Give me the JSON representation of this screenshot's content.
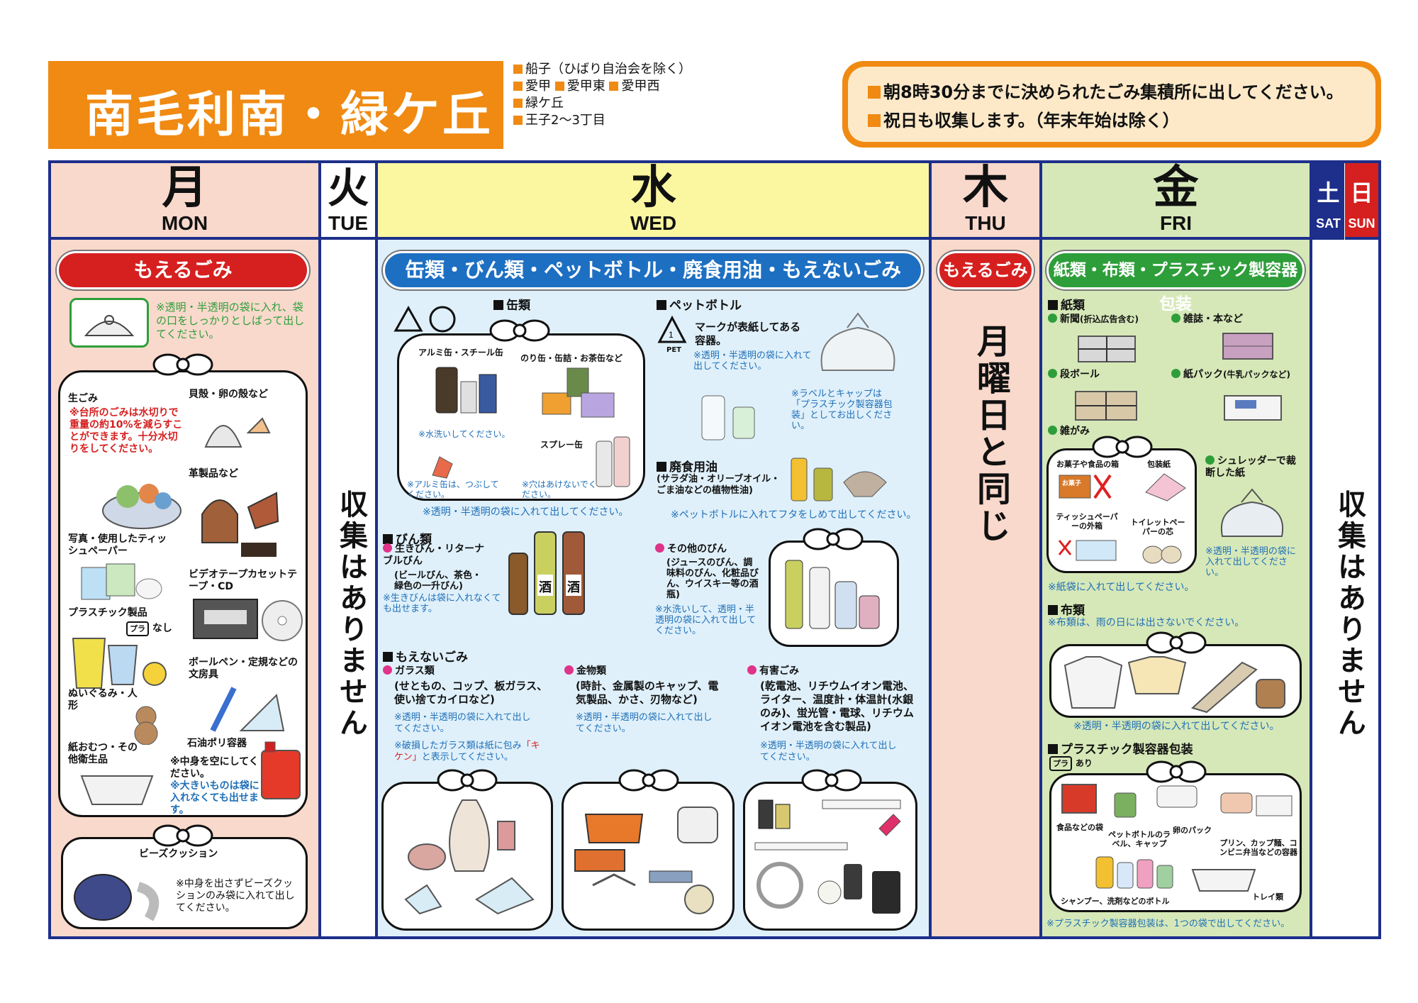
{
  "colors": {
    "orange": "#f08a12",
    "navy": "#1d2f8a",
    "mon": "#f9d9cc",
    "wed": "#fbf6a0",
    "thu": "#f9d9cc",
    "fri": "#d6e8b8",
    "satsun": "#1d2f8a",
    "red": "#d61f1f",
    "blue": "#1d6fc2",
    "green": "#2e9e3a",
    "note_blue": "#1f6fb8",
    "pink": "#e0338a"
  },
  "header": {
    "title": "南毛利南・緑ケ丘",
    "areas": {
      "line1": "船子（ひばり自治会を除く）",
      "line2a": "愛甲",
      "line2b": "愛甲東",
      "line2c": "愛甲西",
      "line3": "緑ケ丘",
      "line4": "王子2～3丁目"
    },
    "notice1": "朝8時30分までに決められたごみ集積所に出してください。",
    "notice2": "祝日も収集します。（年末年始は除く）"
  },
  "days": {
    "mon": {
      "kanji": "月",
      "en": "MON"
    },
    "tue": {
      "kanji": "火",
      "en": "TUE"
    },
    "wed": {
      "kanji": "水",
      "en": "WED"
    },
    "thu": {
      "kanji": "木",
      "en": "THU"
    },
    "fri": {
      "kanji": "金",
      "en": "FRI"
    },
    "sat": {
      "kanji": "土",
      "en": "SAT"
    },
    "sun": {
      "kanji": "日",
      "en": "SUN"
    }
  },
  "monday": {
    "category": "もえるごみ",
    "bag_note": "※透明・半透明の袋に入れ、袋の口をしっかりとしばって出してください。",
    "namagomi": "生ごみ",
    "namagomi_note": "※台所のごみは水切りで重量の約10%を減らすことができます。十分水切りをしてください。",
    "shells": "貝殻・卵の殻など",
    "leather": "革製品など",
    "photos": "写真・使用したティッシュペーパー",
    "tapes": "ビデオテープカセットテープ・CD",
    "plastic": "プラスチック製品",
    "plastic_mark": "なし",
    "pens": "ボールペン・定規などの文房具",
    "dolls": "ぬいぐるみ・人形",
    "diapers": "紙おむつ・その他衛生品",
    "tank": "石油ポリ容器",
    "tank_note1": "※中身を空にしてください。",
    "tank_note2": "※大きいものは袋に入れなくても出せます。",
    "beads": "ビーズクッション",
    "beads_note": "※中身を出さずビーズクッションのみ袋に入れて出してください。"
  },
  "tuesday": {
    "none": "収集はありません"
  },
  "wednesday": {
    "category": "缶類・びん類・ペットボトル・廃食用油・もえないごみ",
    "cans_head": "缶類",
    "cans_alu": "アルミ缶・スチール缶",
    "cans_food": "のり缶・缶詰・お茶缶など",
    "cans_wash": "※水洗いしてください。",
    "cans_spray": "スプレー缶",
    "cans_crush": "※アルミ缶は、つぶしてください。",
    "cans_hole": "※穴はあけないでください。",
    "cans_bag": "※透明・半透明の袋に入れて出してください。",
    "pet_head": "ペットボトル",
    "pet_mark": "マークが表紙してある容器。",
    "pet_mark_label": "PET",
    "pet_bag": "※透明・半透明の袋に入れて出してください。",
    "pet_label": "※ラベルとキャップは「プラスチック製容器包装」としてお出しください。",
    "oil_head": "廃食用油",
    "oil_desc": "(サラダ油・オリーブオイル・ごま油などの植物性油)",
    "oil_note": "※ペットボトルに入れてフタをしめて出してください。",
    "bin_head": "びん類",
    "bin_ikibin": "生きびん・リターナブルびん",
    "bin_ikibin_desc": "(ビールびん、茶色・緑色の一升びん)",
    "bin_ikibin_note": "※生きびんは袋に入れなくても出せます。",
    "bin_other": "その他のびん",
    "bin_other_desc": "(ジュースのびん、調味料のびん、化粧品びん、ウイスキー等の酒瓶)",
    "bin_other_note": "※水洗いして、透明・半透明の袋に入れて出してください。",
    "sake1": "酒",
    "sake2": "酒",
    "moenai_head": "もえないごみ",
    "glass": "ガラス類",
    "glass_desc": "(せともの、コップ、板ガラス、使い捨てカイロなど)",
    "glass_bag": "※透明・半透明の袋に入れて出してください。",
    "glass_broken_a": "※破損したガラス類は紙に包み",
    "glass_broken_kiken": "「キケン」",
    "glass_broken_b": "と表示してください。",
    "metal": "金物類",
    "metal_desc": "(時計、金属製のキャップ、電気製品、かさ、刃物など)",
    "metal_bag": "※透明・半透明の袋に入れて出してください。",
    "hazard": "有害ごみ",
    "hazard_desc": "(乾電池、リチウムイオン電池、ライター、温度計・体温計(水銀のみ)、蛍光管・電球、リチウムイオン電池を含む製品)",
    "hazard_bag": "※透明・半透明の袋に入れて出してください。"
  },
  "thursday": {
    "category": "もえるごみ",
    "same": "月曜日と同じ"
  },
  "friday": {
    "category": "紙類・布類・プラスチック製容器包装",
    "paper_head": "紙類",
    "newspaper": "新聞",
    "newspaper_sub": "(折込広告含む)",
    "magazines": "雑誌・本など",
    "cardboard": "段ボール",
    "cartons": "紙パック",
    "cartons_sub": "(牛乳パックなど)",
    "misc": "雑がみ",
    "misc_box": "お菓子や食品の箱",
    "misc_wrap": "包装紙",
    "misc_tissue": "ティッシュペーパーの外箱",
    "misc_core": "トイレットペーパーの芯",
    "shred": "シュレッダーで裁断した紙",
    "shred_note": "※透明・半透明の袋に入れて出してください。",
    "paper_note": "※紙袋に入れて出してください。",
    "cloth_head": "布類",
    "cloth_note": "※布類は、雨の日には出さないでください。",
    "cloth_bag": "※透明・半透明の袋に入れて出してください。",
    "plastic_head": "プラスチック製容器包装",
    "plastic_mark": "あり",
    "food_bag": "食品などの袋",
    "pet_label": "ペットボトルのラベル、キャップ",
    "egg_pack": "卵のパック",
    "cups": "プリン、カップ麺、コンビニ弁当などの容器",
    "bottles": "シャンプー、洗剤などのボトル",
    "trays": "トレイ類",
    "plastic_note": "※プラスチック製容器包装は、1つの袋で出してください。",
    "wrap_text": "お菓子"
  },
  "weekend": {
    "none": "収集はありません"
  }
}
